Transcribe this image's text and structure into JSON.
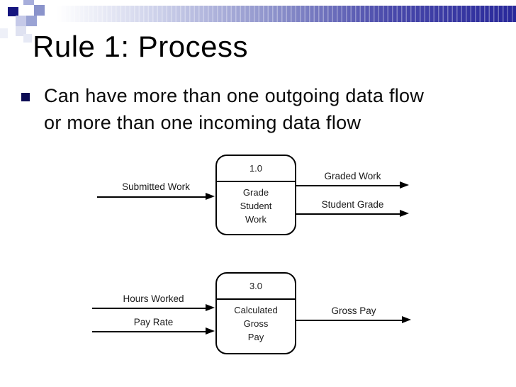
{
  "slide": {
    "title": "Rule 1: Process",
    "bullet": {
      "marker": "filled-square",
      "lines": [
        "Can have more than one outgoing data flow",
        "or more than one incoming data flow"
      ]
    }
  },
  "diagrams": [
    {
      "id": "1.0",
      "name_lines": [
        "Grade",
        "Student",
        "Work"
      ],
      "inputs": [
        "Submitted Work"
      ],
      "outputs": [
        "Graded Work",
        "Student Grade"
      ]
    },
    {
      "id": "3.0",
      "name_lines": [
        "Calculated",
        "Gross",
        "Pay"
      ],
      "inputs": [
        "Hours Worked",
        "Pay Rate"
      ],
      "outputs": [
        "Gross Pay"
      ]
    }
  ],
  "theme": {
    "header_bar_dark": "#28289a",
    "accent_navy": "#15157f",
    "decor_light": "#c5c9e8",
    "decor_medium": "#9aa3d4",
    "bullet_color": "#0d0d55",
    "line_color": "#000000",
    "text_color": "#1a1a1a"
  }
}
